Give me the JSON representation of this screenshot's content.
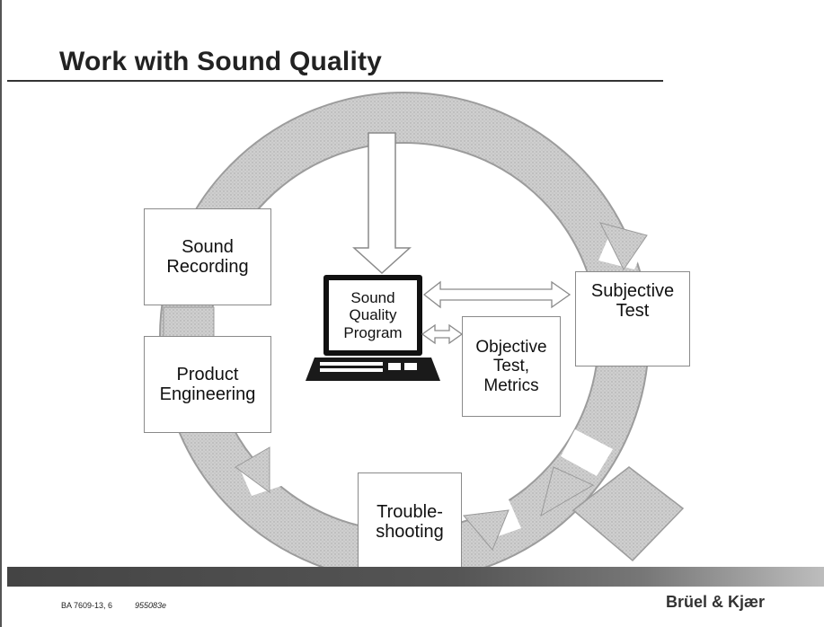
{
  "title": "Work with Sound Quality",
  "boxes": {
    "sound_recording": "Sound\nRecording",
    "product_engineering": "Product\nEngineering",
    "sound_quality_program": "Sound\nQuality\nProgram",
    "objective_test": "Objective\nTest,\nMetrics",
    "subjective_test": "Subjective\nTest",
    "troubleshooting": "Trouble-\nshooting"
  },
  "icons": {
    "laptop": "laptop-icon",
    "listeners": "headphone-listener-icon"
  },
  "footer": {
    "doc_code": "BA 7609-13, 6",
    "doc_number": "955083e",
    "brand": "Brüel & Kjær"
  },
  "colors": {
    "ring_fill": "#c9c9c9",
    "ring_stroke": "#9a9a9a",
    "footer_band": "#4a4a4a"
  }
}
